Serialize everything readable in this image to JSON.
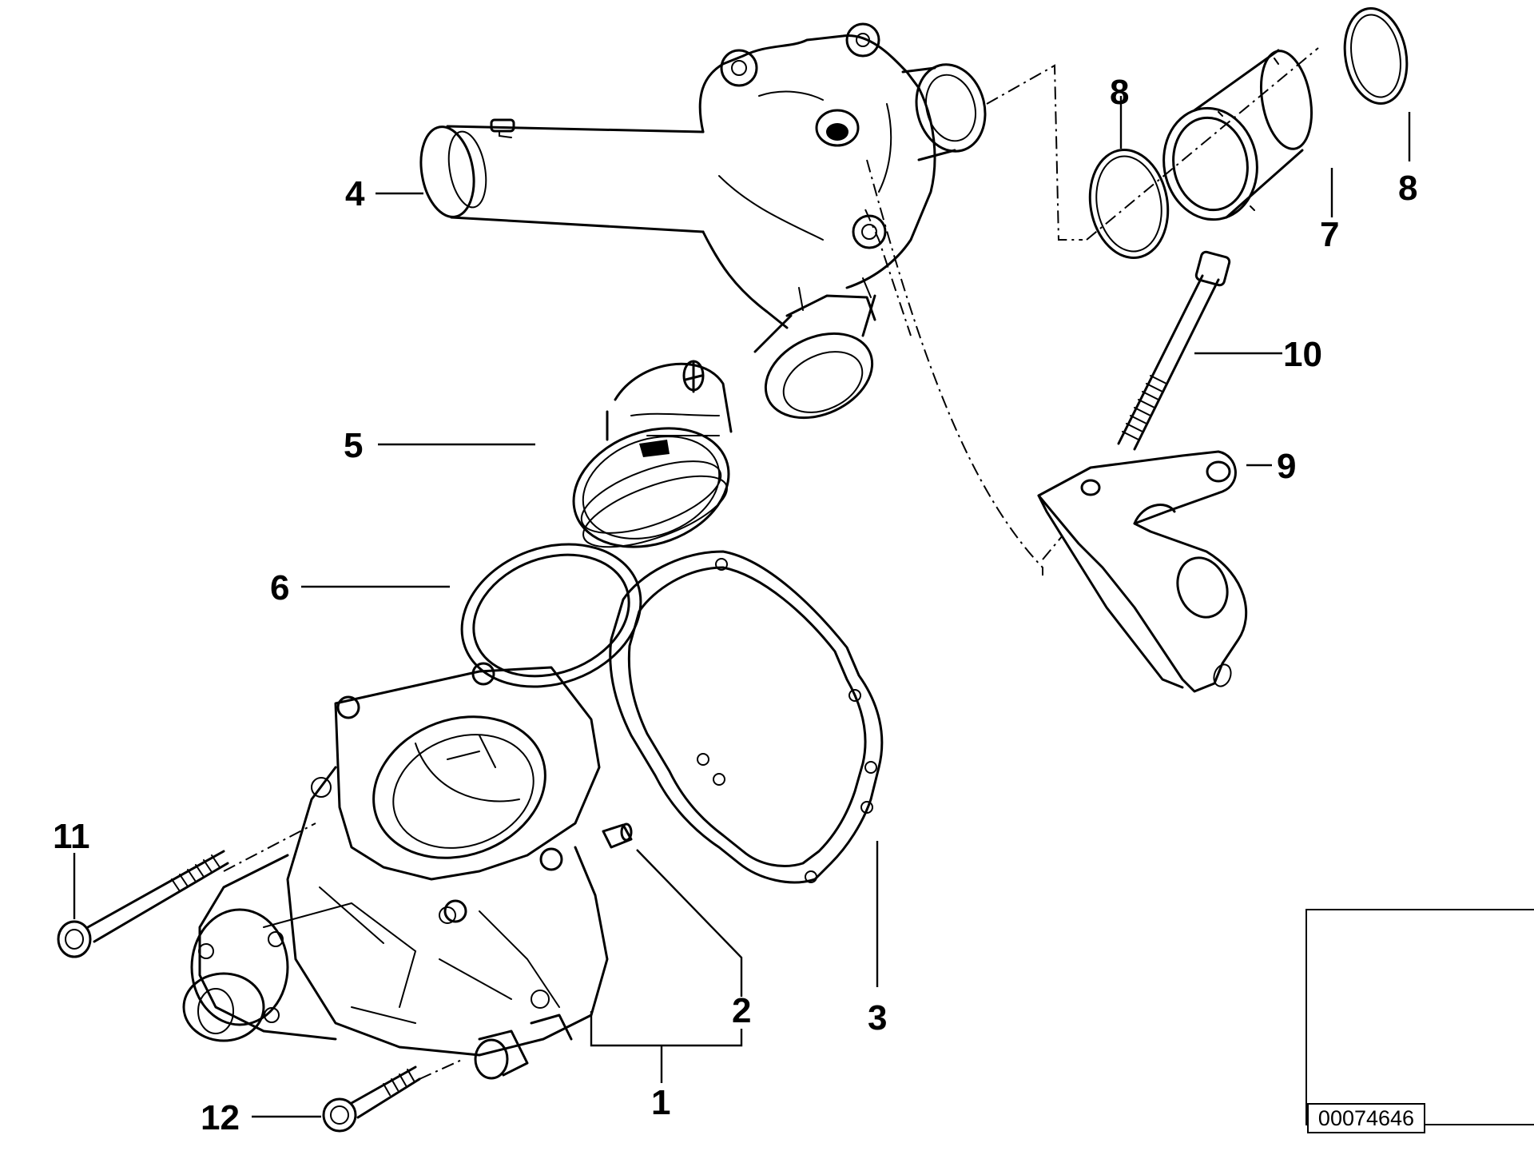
{
  "callouts": [
    {
      "id": "1",
      "text": "1"
    },
    {
      "id": "2",
      "text": "2"
    },
    {
      "id": "3",
      "text": "3"
    },
    {
      "id": "4",
      "text": "4"
    },
    {
      "id": "5",
      "text": "5"
    },
    {
      "id": "6",
      "text": "6"
    },
    {
      "id": "7",
      "text": "7"
    },
    {
      "id": "8a",
      "text": "8"
    },
    {
      "id": "8b",
      "text": "8"
    },
    {
      "id": "9",
      "text": "9"
    },
    {
      "id": "10",
      "text": "10"
    },
    {
      "id": "11",
      "text": "11"
    },
    {
      "id": "12",
      "text": "12"
    }
  ],
  "reference_number": "00074646",
  "thumbnail_icon": "car-outline-icon"
}
